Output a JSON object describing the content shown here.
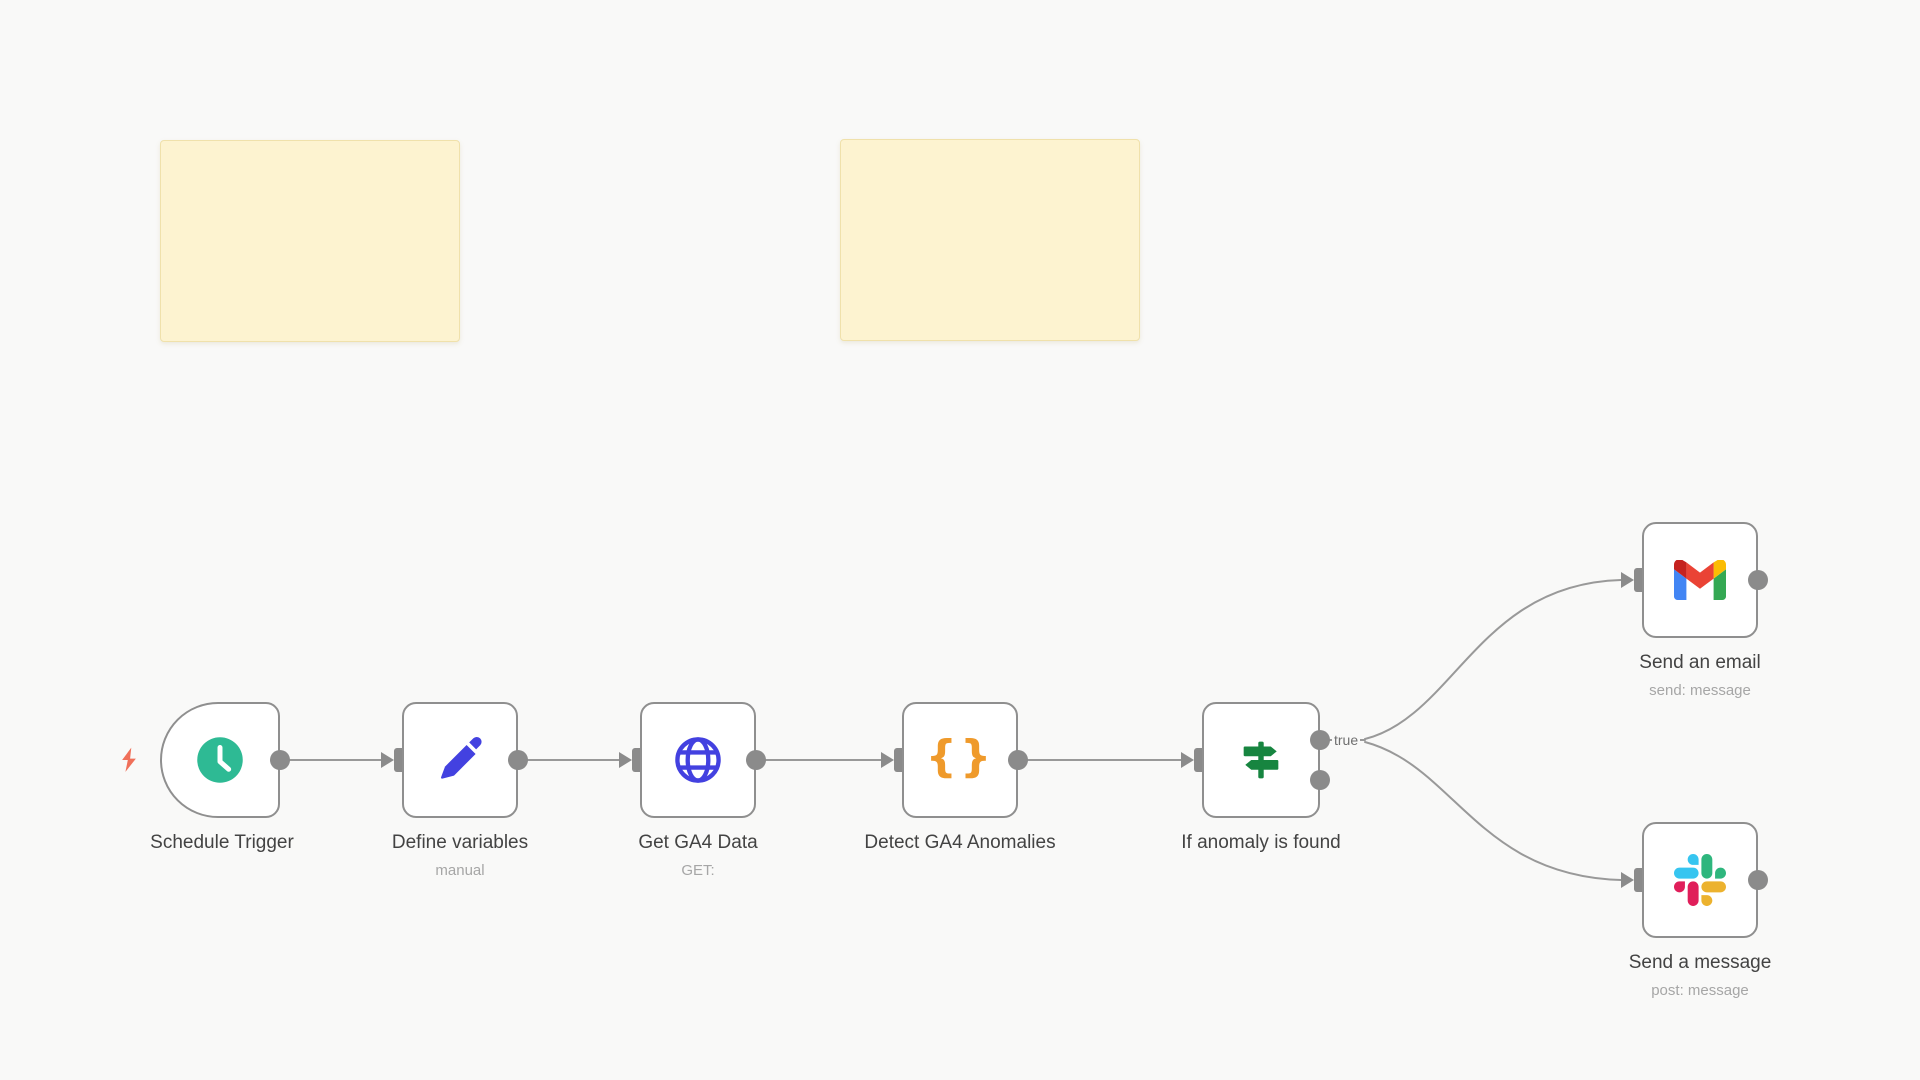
{
  "app": {
    "view": "workflow-canvas"
  },
  "canvas": {
    "background": "#f9f9f8",
    "wire_color": "#999999",
    "port_color": "#8b8b8b",
    "sticky_note_color": "#fdf3d0"
  },
  "sticky_notes": [
    {
      "id": "note-1",
      "text": ""
    },
    {
      "id": "note-2",
      "text": ""
    }
  ],
  "branch_labels": {
    "true": "true"
  },
  "nodes": [
    {
      "label": "Schedule Trigger",
      "subtitle": "",
      "icon": "clock-icon",
      "icon_color": "#2eba94",
      "shape": "trigger"
    },
    {
      "label": "Define variables",
      "subtitle": "manual",
      "icon": "pencil-icon",
      "icon_color": "#4341e0",
      "shape": "square"
    },
    {
      "label": "Get GA4 Data",
      "subtitle": "GET:",
      "icon": "globe-icon",
      "icon_color": "#4341e0",
      "shape": "square"
    },
    {
      "label": "Detect GA4 Anomalies",
      "subtitle": "",
      "icon": "curly-braces-icon",
      "icon_color": "#ef9a2b",
      "shape": "square"
    },
    {
      "label": "If anomaly is found",
      "subtitle": "",
      "icon": "signpost-icon",
      "icon_color": "#178540",
      "shape": "square",
      "outputs": [
        "true",
        "false"
      ]
    },
    {
      "label": "Send an email",
      "subtitle": "send: message",
      "icon": "gmail-icon",
      "shape": "square"
    },
    {
      "label": "Send a message",
      "subtitle": "post: message",
      "icon": "slack-icon",
      "shape": "square"
    }
  ]
}
